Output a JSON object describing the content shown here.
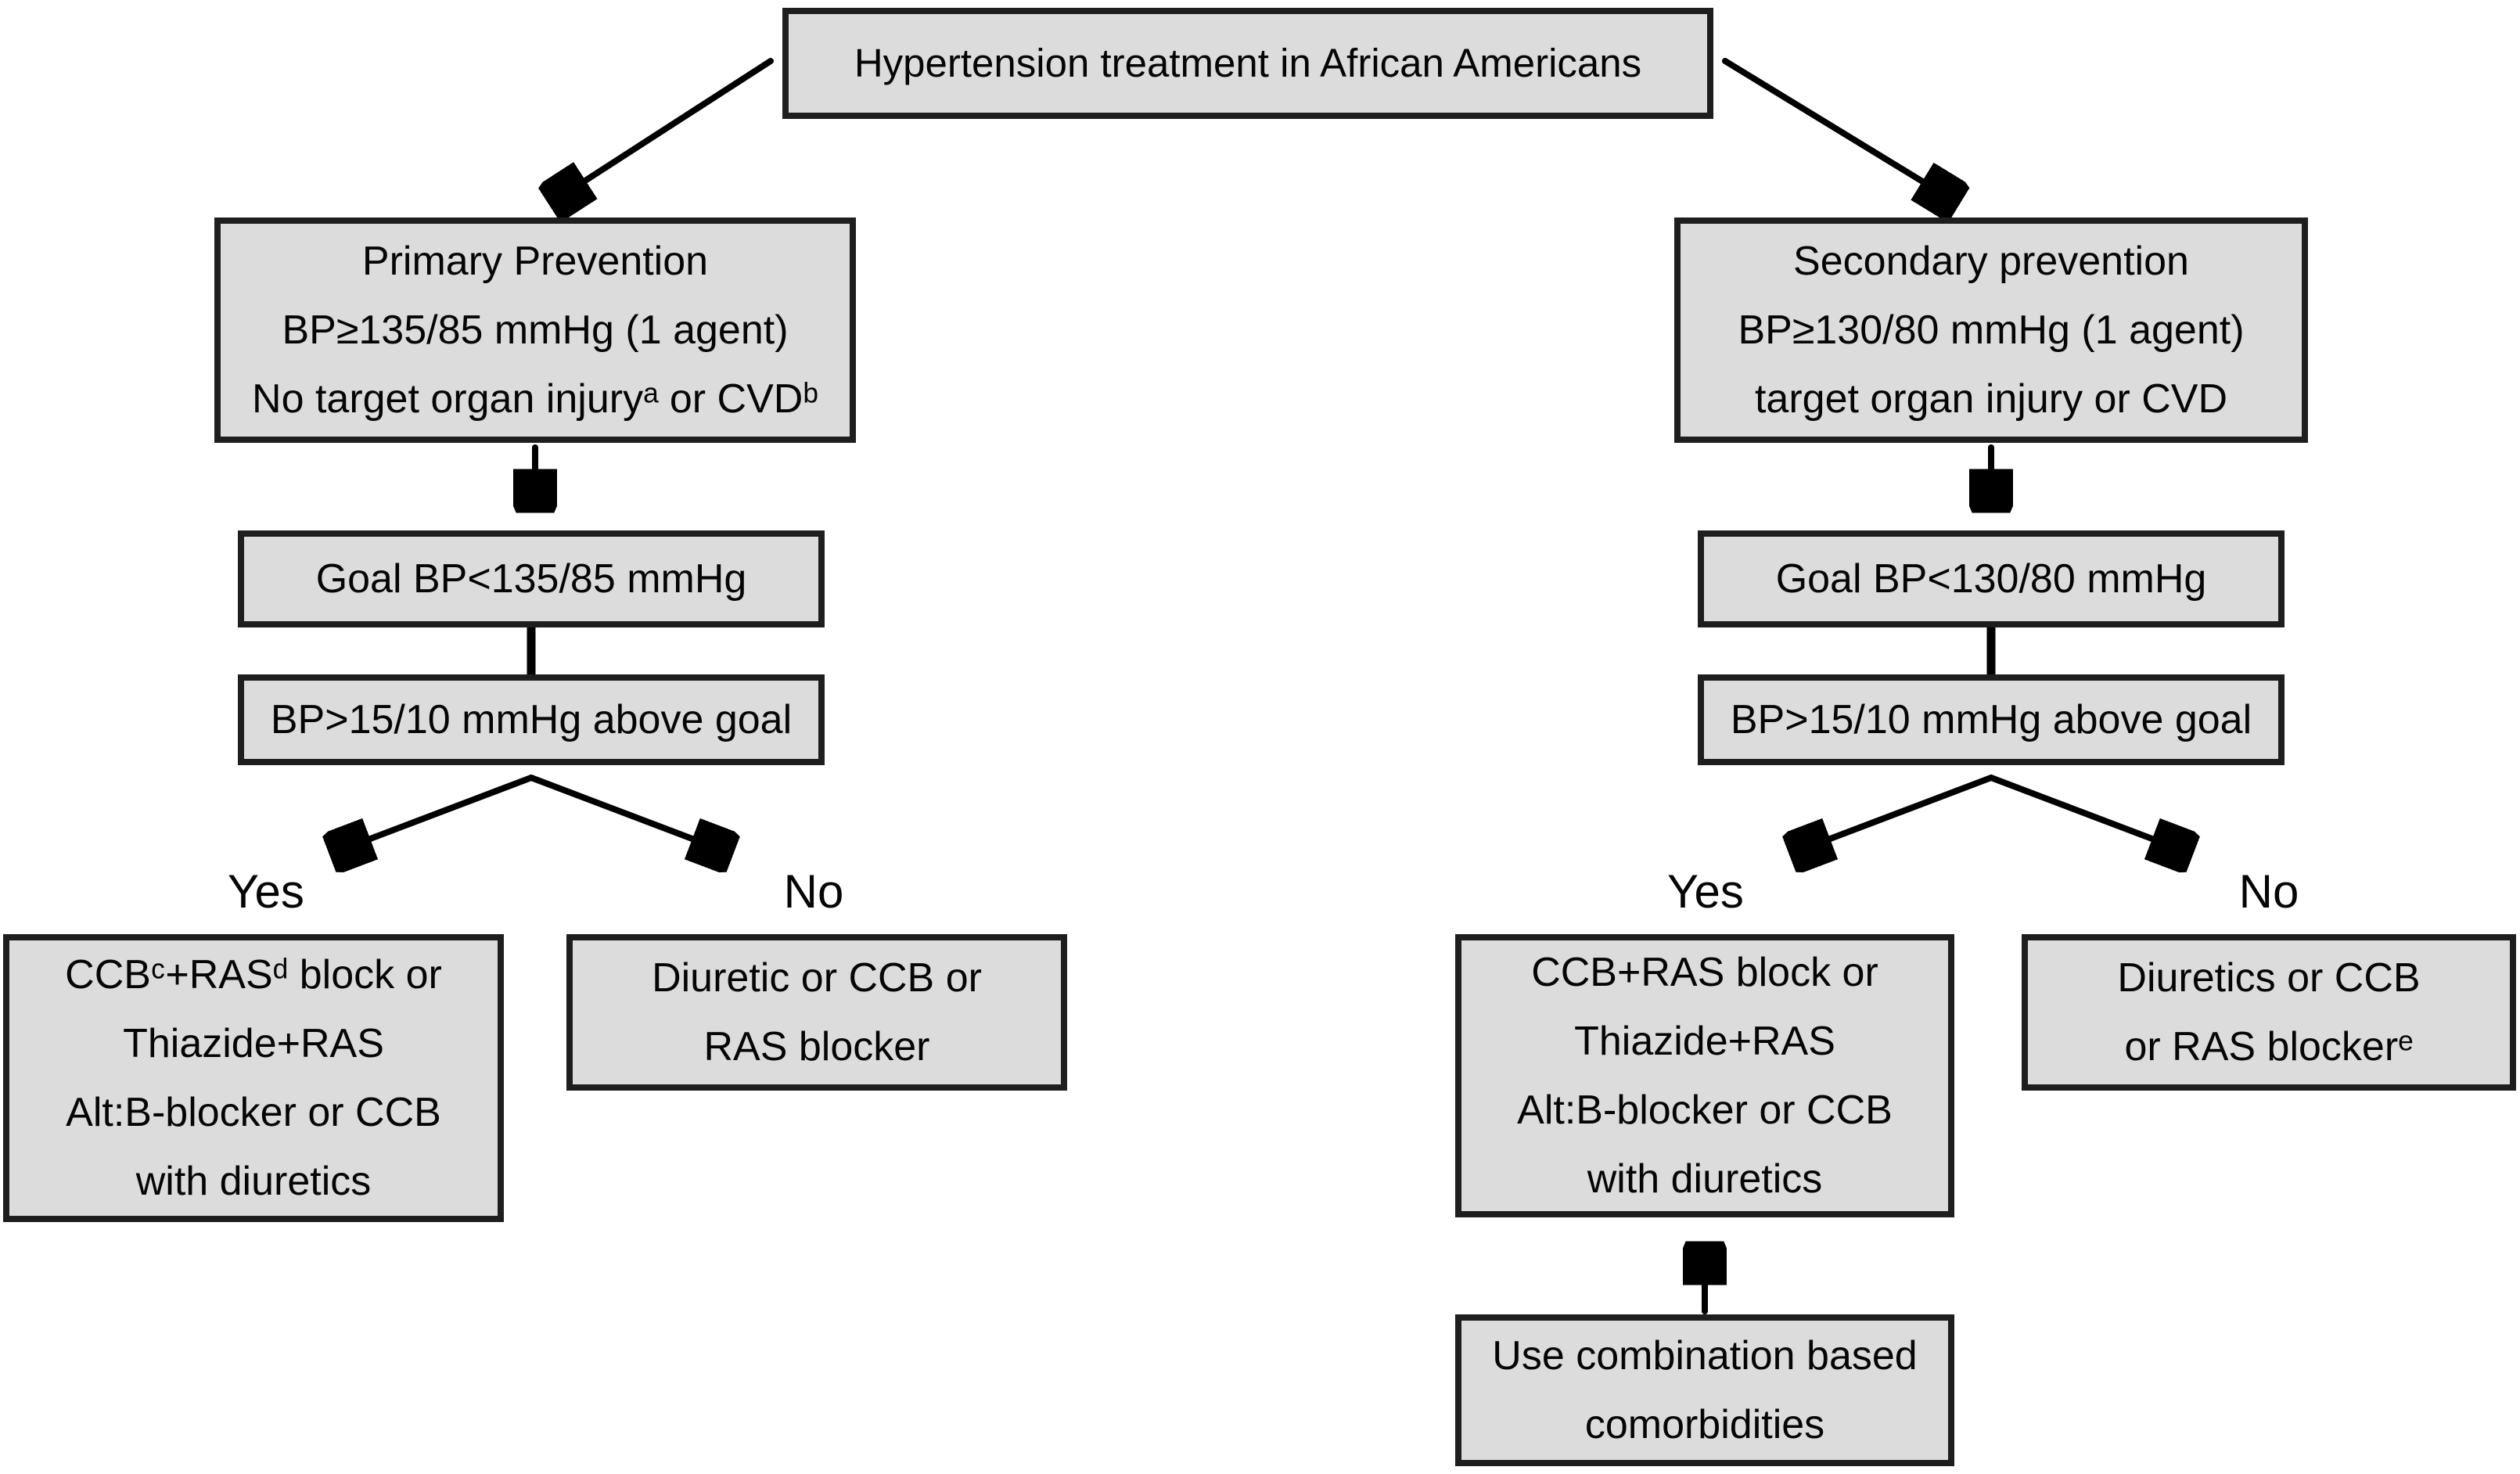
{
  "figure": {
    "background": "#ffffff",
    "node_fill": "#dcdcdc",
    "node_border": "#1e1e1e",
    "connector_color": "#000000",
    "text_color": "#050505"
  },
  "nodes": {
    "title": {
      "lines": [
        "Hypertension treatment in African Americans"
      ]
    },
    "primary_prevention": {
      "lines": [
        "Primary Prevention",
        "BP≥135/85 mmHg (1 agent)",
        "No target organ injuryᵃ or CVDᵇ"
      ]
    },
    "primary_goal": {
      "lines": [
        "Goal BP<135/85 mmHg"
      ]
    },
    "primary_threshold": {
      "lines": [
        "BP>15/10 mmHg above goal"
      ]
    },
    "primary_yes_treatment": {
      "lines": [
        "CCBᶜ+RASᵈ block or",
        "Thiazide+RAS",
        "Alt:B-blocker or CCB",
        "with diuretics"
      ]
    },
    "primary_no_treatment": {
      "lines": [
        "Diuretic or CCB or",
        "RAS blocker"
      ]
    },
    "secondary_prevention": {
      "lines": [
        "Secondary prevention",
        "BP≥130/80 mmHg (1 agent)",
        "target organ injury or CVD"
      ]
    },
    "secondary_goal": {
      "lines": [
        "Goal BP<130/80 mmHg"
      ]
    },
    "secondary_threshold": {
      "lines": [
        "BP>15/10 mmHg above goal"
      ]
    },
    "secondary_yes_treatment": {
      "lines": [
        "CCB+RAS block or",
        "Thiazide+RAS",
        "Alt:B-blocker or CCB",
        "with diuretics"
      ]
    },
    "secondary_no_treatment": {
      "lines": [
        "Diuretics or CCB",
        "or RAS blockerᵉ"
      ]
    },
    "combination": {
      "lines": [
        "Use combination based",
        "comorbidities"
      ]
    }
  },
  "edge_labels": {
    "primary_yes": "Yes",
    "primary_no": "No",
    "secondary_yes": "Yes",
    "secondary_no": "No"
  }
}
